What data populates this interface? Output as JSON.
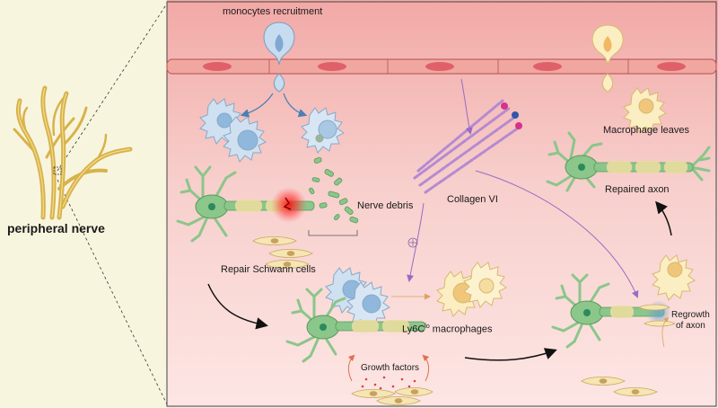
{
  "labels": {
    "peripheral_nerve": "peripheral nerve",
    "monocytes_recruitment": "monocytes recruitment",
    "nerve_debris": "Nerve debris",
    "collagen_vi": "Collagen VI",
    "repair_schwann": "Repair Schwann cells",
    "ly6c_prefix": "Ly6C",
    "ly6c_superscript": "lo",
    "ly6c_suffix": " macrophages",
    "growth_factors": "Growth factors",
    "macrophage_leaves": "Macrophage leaves",
    "repaired_axon": "Repaired axon",
    "regrowth_line1": "Regrowth",
    "regrowth_line2": "of axon"
  },
  "colors": {
    "left_panel_bg": "#f8f5df",
    "main_top": "#f2a9a6",
    "main_bottom": "#fde6e4",
    "endothelial": "#f0a7a0",
    "endothelial_nucleus": "#e0606a",
    "neuron": "#8bc68a",
    "neuron_nucleus": "#2d8a5a",
    "myelin": "#e9dd9e",
    "monocyte": "#c7dcef",
    "monocyte_nucleus": "#8fb8dc",
    "macrophage": "#fbeec2",
    "macrophage_nucleus": "#f0c77a",
    "schwann": "#f6e6b4",
    "collagen": "#b48ad0",
    "injury": "#ff2020",
    "arrow_purple": "#9b6ac4",
    "arrow_black": "#111111"
  }
}
